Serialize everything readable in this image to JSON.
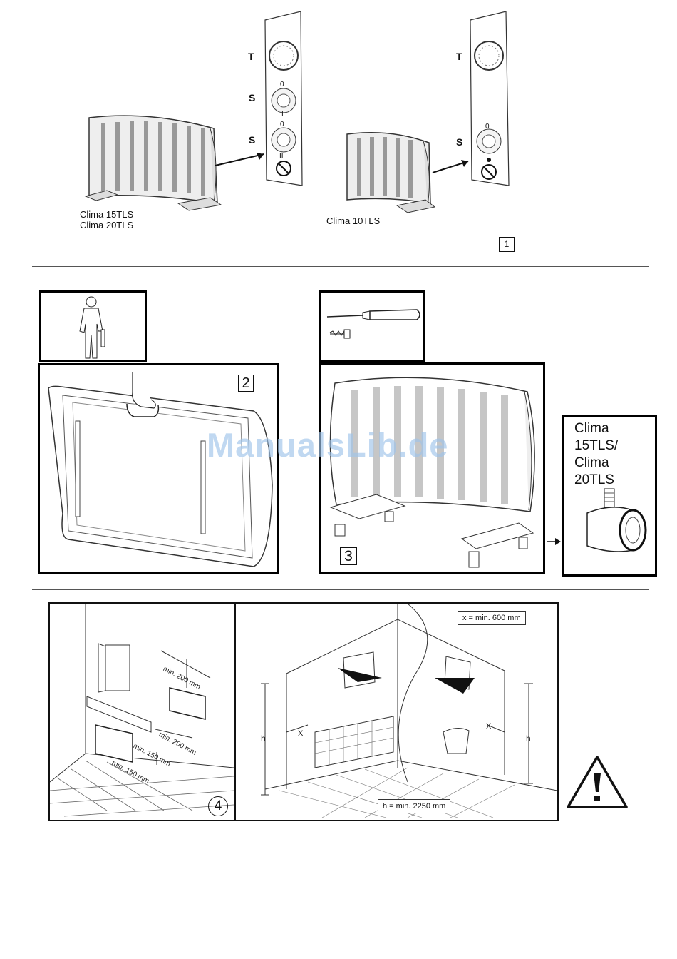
{
  "fig1": {
    "left_model_line1": "Clima 15TLS",
    "left_model_line2": "Clima 20TLS",
    "right_model": "Clima 10TLS",
    "panel_labels": {
      "t": "T",
      "s": "S"
    },
    "switch_marks": {
      "zero": "0",
      "one": "I",
      "two": "II"
    },
    "number": "1"
  },
  "fig2": {
    "number": "2"
  },
  "fig3": {
    "number": "3"
  },
  "inset": {
    "line1": "Clima",
    "line2": "15TLS/",
    "line3": "Clima",
    "line4": "20TLS"
  },
  "watermark": "ManualsLib.de",
  "fig4": {
    "number": "4",
    "dims": {
      "top": "min. 200 mm",
      "side": "min. 200 mm",
      "mid": "min. 150 mm",
      "bottom": "min. 150 mm"
    },
    "x_spec": "x = min. 600 mm",
    "h_spec": "h = min. 2250 mm",
    "x_mark": "X",
    "h_mark": "h"
  }
}
